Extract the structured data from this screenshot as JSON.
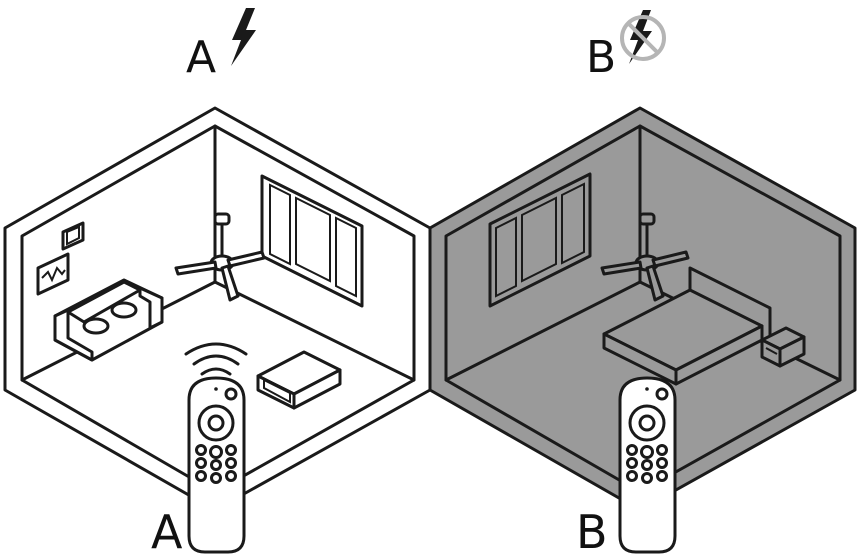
{
  "rooms": [
    {
      "label": "A",
      "power": "on",
      "scene": "living-room",
      "wall_color": "#ffffff"
    },
    {
      "label": "B",
      "power": "off",
      "scene": "bedroom",
      "wall_color": "#9a9a9a"
    }
  ],
  "remotes": [
    {
      "label": "A",
      "signal": "transmitting"
    },
    {
      "label": "B",
      "signal": "none"
    }
  ],
  "colors": {
    "line": "#1a1a1a",
    "powered_room": "#ffffff",
    "unpowered_room": "#9a9a9a",
    "no_power_icon": "#b5b5b5"
  },
  "icons": {
    "power_on": "lightning-bolt-icon",
    "power_off": "no-power-icon",
    "remote_signal": "wireless-signal-icon"
  }
}
